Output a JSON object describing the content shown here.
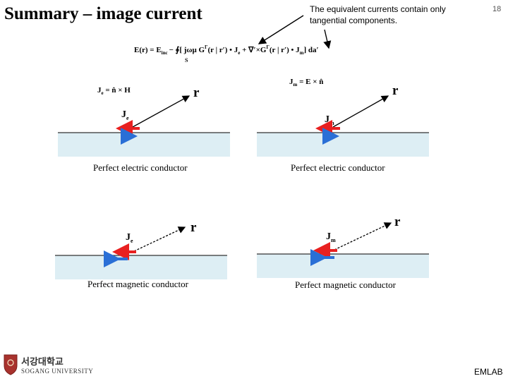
{
  "title": "Summary – image current",
  "note": "The equivalent currents contain only tangential components.",
  "page_number": "18",
  "main_equation": {
    "lhs": "E(r) = E",
    "lhs_sub": "inc",
    "op": "− ∮",
    "surface": "S",
    "body": "[ jωμ G",
    "gsup": "Γ",
    "body2": "(r | r′) • J",
    "jsub_e": "e",
    "body3": " + ∇′×G",
    "body4": "(r | r′) • J",
    "jsub_m": "m",
    "end": "] da′"
  },
  "eq_je": {
    "text": "J",
    "sub": "e",
    "rest": " = n̂ × H"
  },
  "eq_jm": {
    "text": "J",
    "sub": "m",
    "rest": " = E × n̂"
  },
  "label_r": "r",
  "label_j": "J",
  "sub_e": "e",
  "sub_m": "m",
  "captions": {
    "pec": "Perfect electric conductor",
    "pmc": "Perfect magnetic conductor"
  },
  "colors": {
    "red_arrow": "#e82020",
    "blue_arrow": "#2a6fd6",
    "conductor": "#ddeef4"
  },
  "university_ko": "서강대학교",
  "university_en": "SOGANG UNIVERSITY",
  "footer": "EMLAB"
}
